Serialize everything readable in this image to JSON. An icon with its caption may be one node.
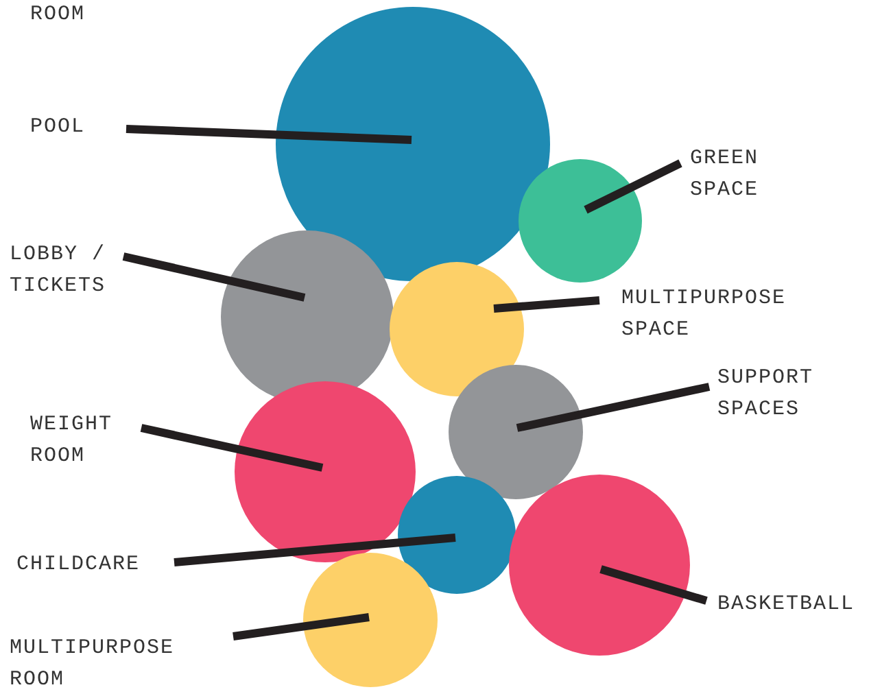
{
  "diagram": {
    "nodes": [
      {
        "text": [
          "POOL"
        ]
      },
      {
        "text": [],
        "shape": "circle"
      },
      {
        "text": [
          "GREEN SPACE"
        ]
      },
      {
        "text": [],
        "shape": "circle"
      },
      {
        "text": [
          "LOBBY / TICKETS"
        ]
      },
      {
        "text": [],
        "shape": "circle"
      },
      {
        "text": [
          "MULTIPURPOSE SPACE"
        ]
      },
      {
        "text": [],
        "shape": "circle"
      },
      {
        "text": [
          "SUPPORT SPACES"
        ]
      },
      {
        "text": [],
        "shape": "circle"
      },
      {
        "text": [
          "WEIGHT ROOM"
        ]
      },
      {
        "text": [],
        "shape": "circle"
      },
      {
        "text": [
          "CHILDCARE"
        ]
      },
      {
        "text": [],
        "shape": "circle"
      },
      {
        "text": [
          "BASKETBALL"
        ]
      },
      {
        "text": [],
        "shape": "circle"
      },
      {
        "text": [
          "MULTIPURPOSE ROOM"
        ]
      },
      {
        "text": [],
        "shape": "circle"
      }
    ],
    "edges": [
      {
        "from": 0,
        "to": 1,
        "arrow": "none"
      },
      {
        "from": 2,
        "to": 3,
        "arrow": "none"
      },
      {
        "from": 4,
        "to": 5,
        "arrow": "none"
      },
      {
        "from": 6,
        "to": 7,
        "arrow": "none"
      },
      {
        "from": 8,
        "to": 9,
        "arrow": "none"
      },
      {
        "from": 10,
        "to": 11,
        "arrow": "none"
      },
      {
        "from": 12,
        "to": 13,
        "arrow": "none"
      },
      {
        "from": 14,
        "to": 15,
        "arrow": "none"
      },
      {
        "from": 16,
        "to": 17,
        "arrow": "none"
      }
    ],
    "labels": [
      "ROOM"
    ]
  }
}
